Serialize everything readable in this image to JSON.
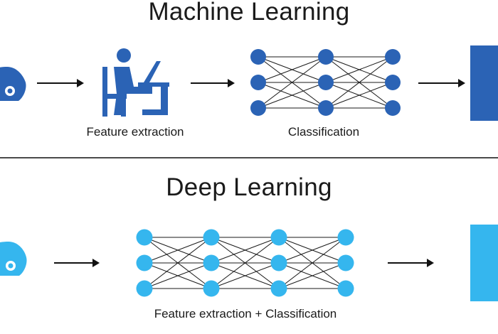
{
  "machine_learning": {
    "title": "Machine Learning",
    "feature_label": "Feature extraction",
    "classification_label": "Classification",
    "color": "#2b63b5",
    "network_layers": 3,
    "nodes_per_layer": 3
  },
  "deep_learning": {
    "title": "Deep Learning",
    "combined_label": "Feature extraction + Classification",
    "color": "#35b6ee",
    "network_layers": 4,
    "nodes_per_layer": 3
  },
  "icons": {
    "input": "car-icon",
    "feature_extraction": "person-at-desk-icon",
    "output": "output-block"
  }
}
